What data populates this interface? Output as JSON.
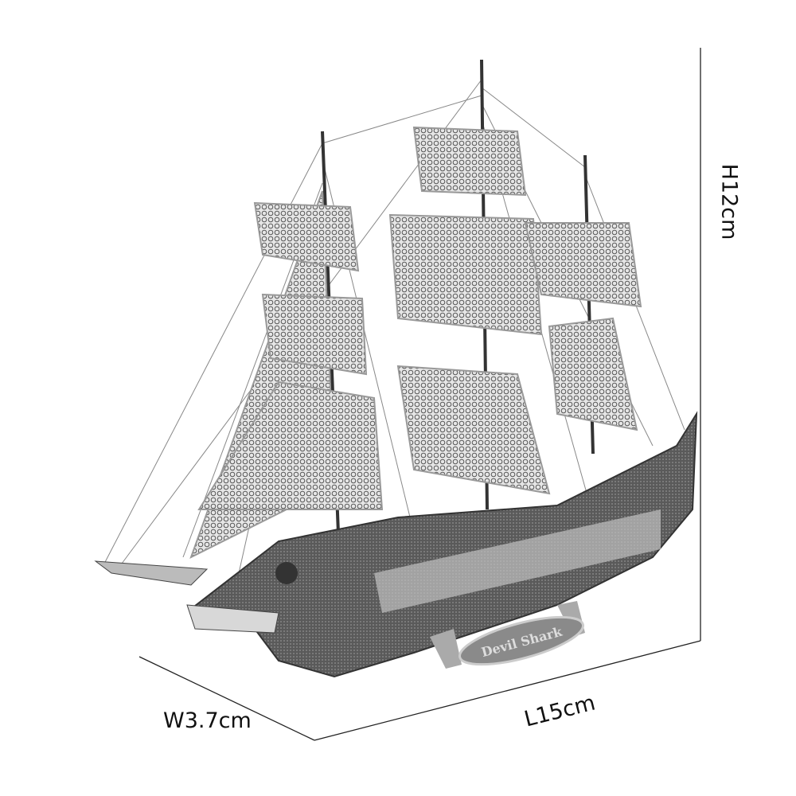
{
  "product": {
    "name_plate": "Devil Shark",
    "colors": {
      "metal_dark": "#4a4a4a",
      "metal_light": "#c8c8c8",
      "line": "#222222"
    }
  },
  "dimensions": {
    "height": "H12cm",
    "length": "L15cm",
    "width": "W3.7cm"
  }
}
